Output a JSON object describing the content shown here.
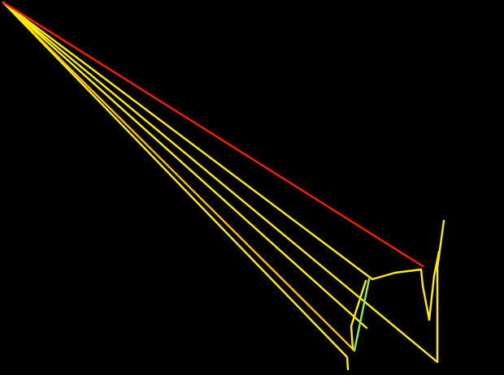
{
  "background": "#000000",
  "colors": {
    "red": "#ff1a00",
    "yellow": "#ffee00",
    "orange": "#ffbb00",
    "green": "#88ee66"
  },
  "lines": [
    {
      "name": "red-line",
      "color": "red"
    },
    {
      "name": "yellow-line-1",
      "color": "yellow"
    },
    {
      "name": "yellow-line-2",
      "color": "yellow"
    },
    {
      "name": "orange-line",
      "color": "orange"
    },
    {
      "name": "yellow-line-3",
      "color": "yellow"
    },
    {
      "name": "yellow-line-4",
      "color": "yellow"
    },
    {
      "name": "yellow-line-5",
      "color": "yellow"
    },
    {
      "name": "green-line",
      "color": "green"
    }
  ]
}
